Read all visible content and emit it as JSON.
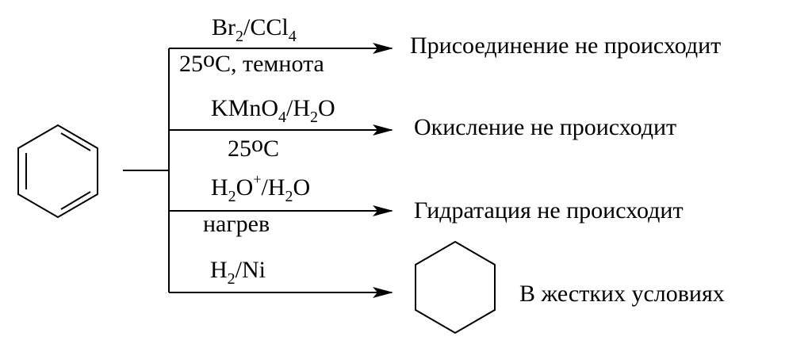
{
  "reactions": [
    {
      "reagent_parts": [
        "Br",
        "2",
        "/CCl",
        "4"
      ],
      "condition_parts": [
        "25",
        "o",
        "C, темнота"
      ],
      "result": "Присоединение не  происходит"
    },
    {
      "reagent_parts": [
        "KMnO",
        "4",
        "/H",
        "2",
        "O"
      ],
      "condition_parts": [
        "25",
        "o",
        "C"
      ],
      "result": "Окисление не происходит"
    },
    {
      "reagent_parts": [
        "H",
        "2",
        "O",
        "+",
        "/H",
        "2",
        "O"
      ],
      "condition": "нагрев",
      "result": "Гидратация не происходит"
    },
    {
      "reagent_parts": [
        "H",
        "2",
        "/Ni"
      ],
      "result": "В жестких условиях"
    }
  ],
  "structures": {
    "reactant": "benzene",
    "product": "cyclohexane"
  },
  "colors": {
    "ink": "#000000",
    "background": "#ffffff"
  }
}
